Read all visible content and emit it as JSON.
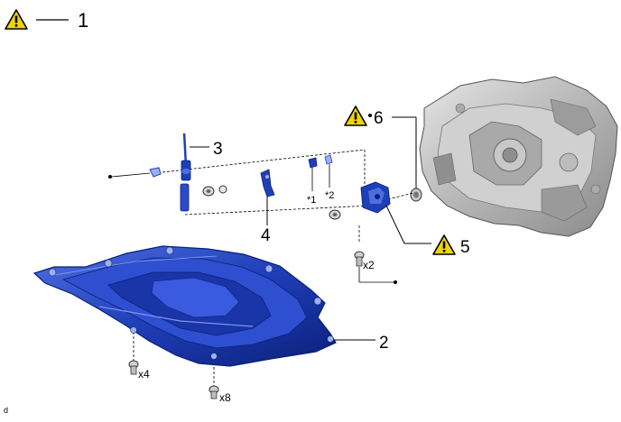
{
  "callouts": {
    "c1": "1",
    "c2": "2",
    "c3": "3",
    "c4": "4",
    "c5": "5",
    "c6": "6",
    "star1": "*1",
    "star2": "*2"
  },
  "quantities": {
    "bolt_x2": "x2",
    "bolt_x4": "x4",
    "bolt_x8": "x8"
  },
  "caption": "d",
  "colors": {
    "part_blue": "#1f3fb8",
    "part_blue_dark": "#0b1f7a",
    "part_blue_light": "#4f6fe0",
    "warning_yellow": "#f2d400",
    "line": "#000000",
    "transaxle_gray": "#bfbfbf"
  },
  "icons": [
    "warning-icon",
    "dot-marker-icon"
  ]
}
